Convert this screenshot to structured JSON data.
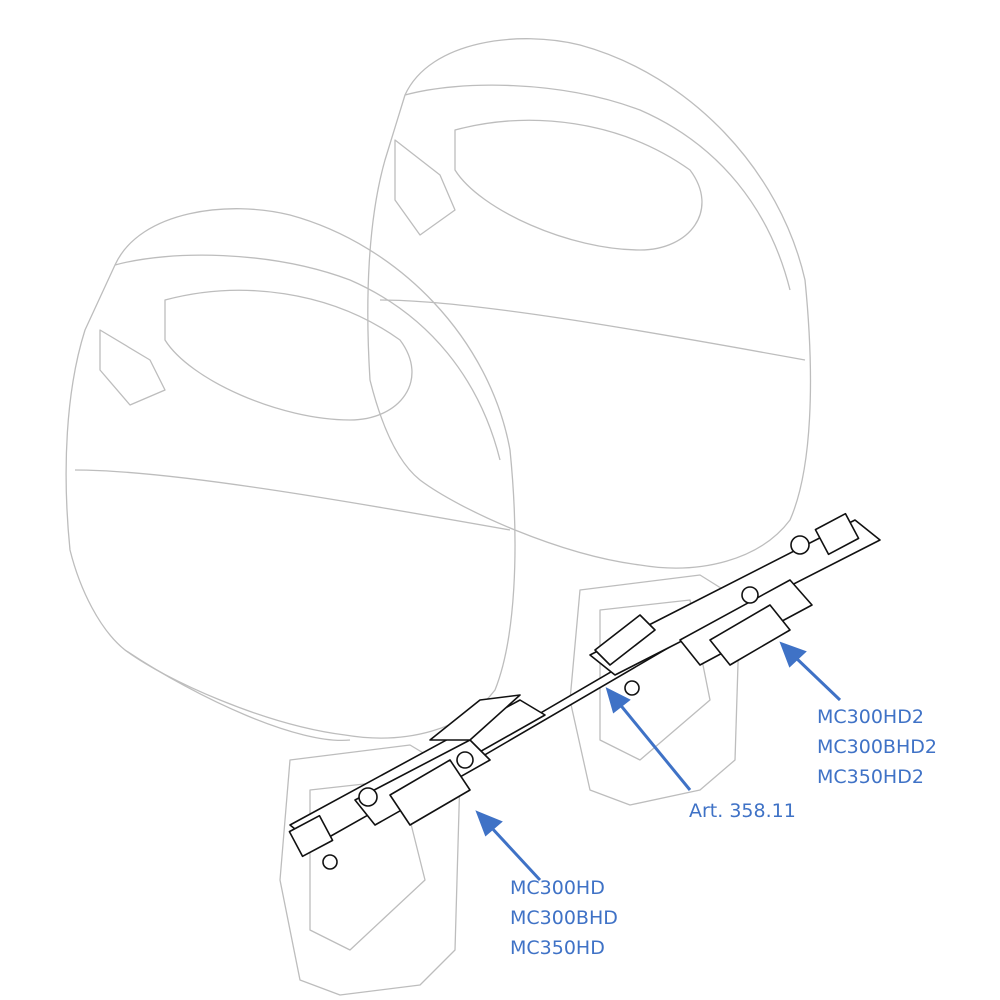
{
  "colors": {
    "accent": "#3f72c6",
    "outline": "#b8b8b8",
    "part": "#111111"
  },
  "labels": {
    "left_cylinder": [
      "MC300HD",
      "MC300BHD",
      "MC350HD"
    ],
    "right_cylinder": [
      "MC300HD2",
      "MC300BHD2",
      "MC350HD2"
    ],
    "tie_bar": "Art. 358.11"
  }
}
